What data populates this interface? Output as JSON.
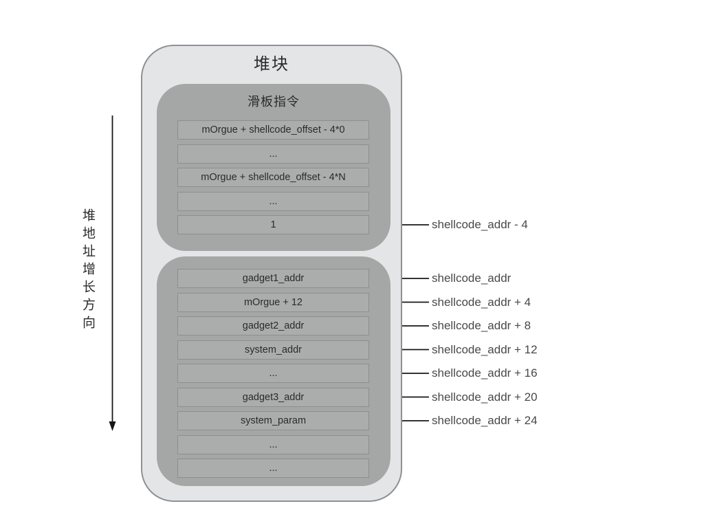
{
  "diagram": {
    "title": "堆块",
    "growth_direction_label": "堆地址增长方向",
    "sled_box": {
      "title": "滑板指令",
      "rows": [
        "mOrgue + shellcode_offset - 4*0",
        "...",
        "mOrgue + shellcode_offset - 4*N",
        "...",
        "1"
      ]
    },
    "payload_box": {
      "rows": [
        "gadget1_addr",
        "mOrgue + 12",
        "gadget2_addr",
        "system_addr",
        "...",
        "gadget3_addr",
        "system_param",
        "...",
        "..."
      ]
    },
    "address_labels": [
      {
        "text": "shellcode_addr - 4",
        "target": {
          "box": "sled",
          "row": 4
        }
      },
      {
        "text": "shellcode_addr",
        "target": {
          "box": "payload",
          "row": 0
        }
      },
      {
        "text": "shellcode_addr + 4",
        "target": {
          "box": "payload",
          "row": 1
        }
      },
      {
        "text": "shellcode_addr + 8",
        "target": {
          "box": "payload",
          "row": 2
        }
      },
      {
        "text": "shellcode_addr + 12",
        "target": {
          "box": "payload",
          "row": 3
        }
      },
      {
        "text": "shellcode_addr + 16",
        "target": {
          "box": "payload",
          "row": 4
        }
      },
      {
        "text": "shellcode_addr + 20",
        "target": {
          "box": "payload",
          "row": 5
        }
      },
      {
        "text": "shellcode_addr + 24",
        "target": {
          "box": "payload",
          "row": 6
        }
      }
    ],
    "colors": {
      "outer_fill": "#e4e5e7",
      "outer_border": "#8e9094",
      "inner_fill": "#a5a7a6",
      "cell_fill": "#abadac",
      "cell_border": "#8b8d90",
      "arrow": "#161616",
      "title_text": "#2b2b2d",
      "label_text": "#48484b"
    }
  }
}
